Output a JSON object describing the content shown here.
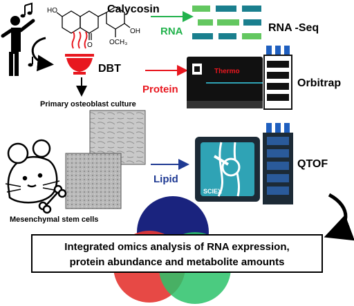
{
  "labels": {
    "compound": "Calycosin",
    "formula_groups": [
      "HO",
      "O",
      "OH",
      "OCH₃"
    ],
    "decoction": "DBT",
    "culture": "Primary osteoblast culture",
    "stem_cells": "Mesenchymal stem cells",
    "rna": "RNA",
    "protein": "Protein",
    "lipid": "Lipid",
    "rnaseq": "RNA -Seq",
    "orbitrap": "Orbitrap",
    "qtof": "QTOF",
    "thermo_brand": "Thermo",
    "sciex_brand": "SCIEX",
    "summary_line1": "Integrated omics analysis of RNA expression,",
    "summary_line2": "protein abundance and metabolite amounts"
  },
  "colors": {
    "rna": "#22b24c",
    "protein": "#e8171f",
    "lipid": "#1f3a93",
    "bowl": "#e8171f",
    "circle_top": "#1a237e",
    "circle_left": "#e53935",
    "circle_right": "#2bc26a",
    "seq_green": "#63c760",
    "seq_teal": "#1a7f8e",
    "instrument_teal": "#2fa3b5"
  },
  "icons": [
    "person-conducting-icon",
    "music-note-icon",
    "curved-arrow-icon",
    "molecule-icon",
    "bowl-icon",
    "sequencer-icon",
    "mass-spectrometer-icon",
    "autosampler-icon",
    "mouse-icon",
    "bone-icon",
    "microscopy-image"
  ]
}
